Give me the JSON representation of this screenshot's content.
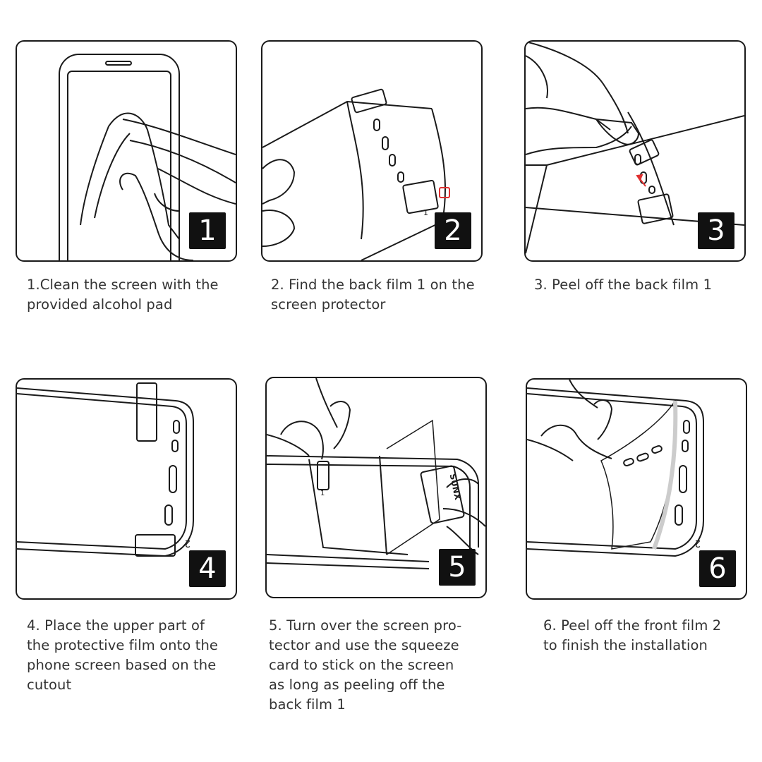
{
  "steps": [
    {
      "number": "1",
      "caption": "1.Clean the screen with the\nprovided alcohol pad"
    },
    {
      "number": "2",
      "caption": "2. Find the back film 1 on the\nscreen protector",
      "film_label": "1"
    },
    {
      "number": "3",
      "caption": "3. Peel off the back film 1"
    },
    {
      "number": "4",
      "caption": "4. Place the upper part of\nthe protective film onto the\nphone screen based on the\ncutout",
      "film_label": "2"
    },
    {
      "number": "5",
      "caption": "5. Turn over the screen pro-\ntector and use the squeeze\ncard to stick on the screen\nas long as peeling off the\nback film 1",
      "card_text": "SUNX",
      "film_label": "1"
    },
    {
      "number": "6",
      "caption": "6. Peel off the front film 2\nto finish the installation",
      "film_label": "2"
    }
  ],
  "colors": {
    "line": "#1a1a1a",
    "badge": "#111111",
    "highlight": "#e03030"
  }
}
